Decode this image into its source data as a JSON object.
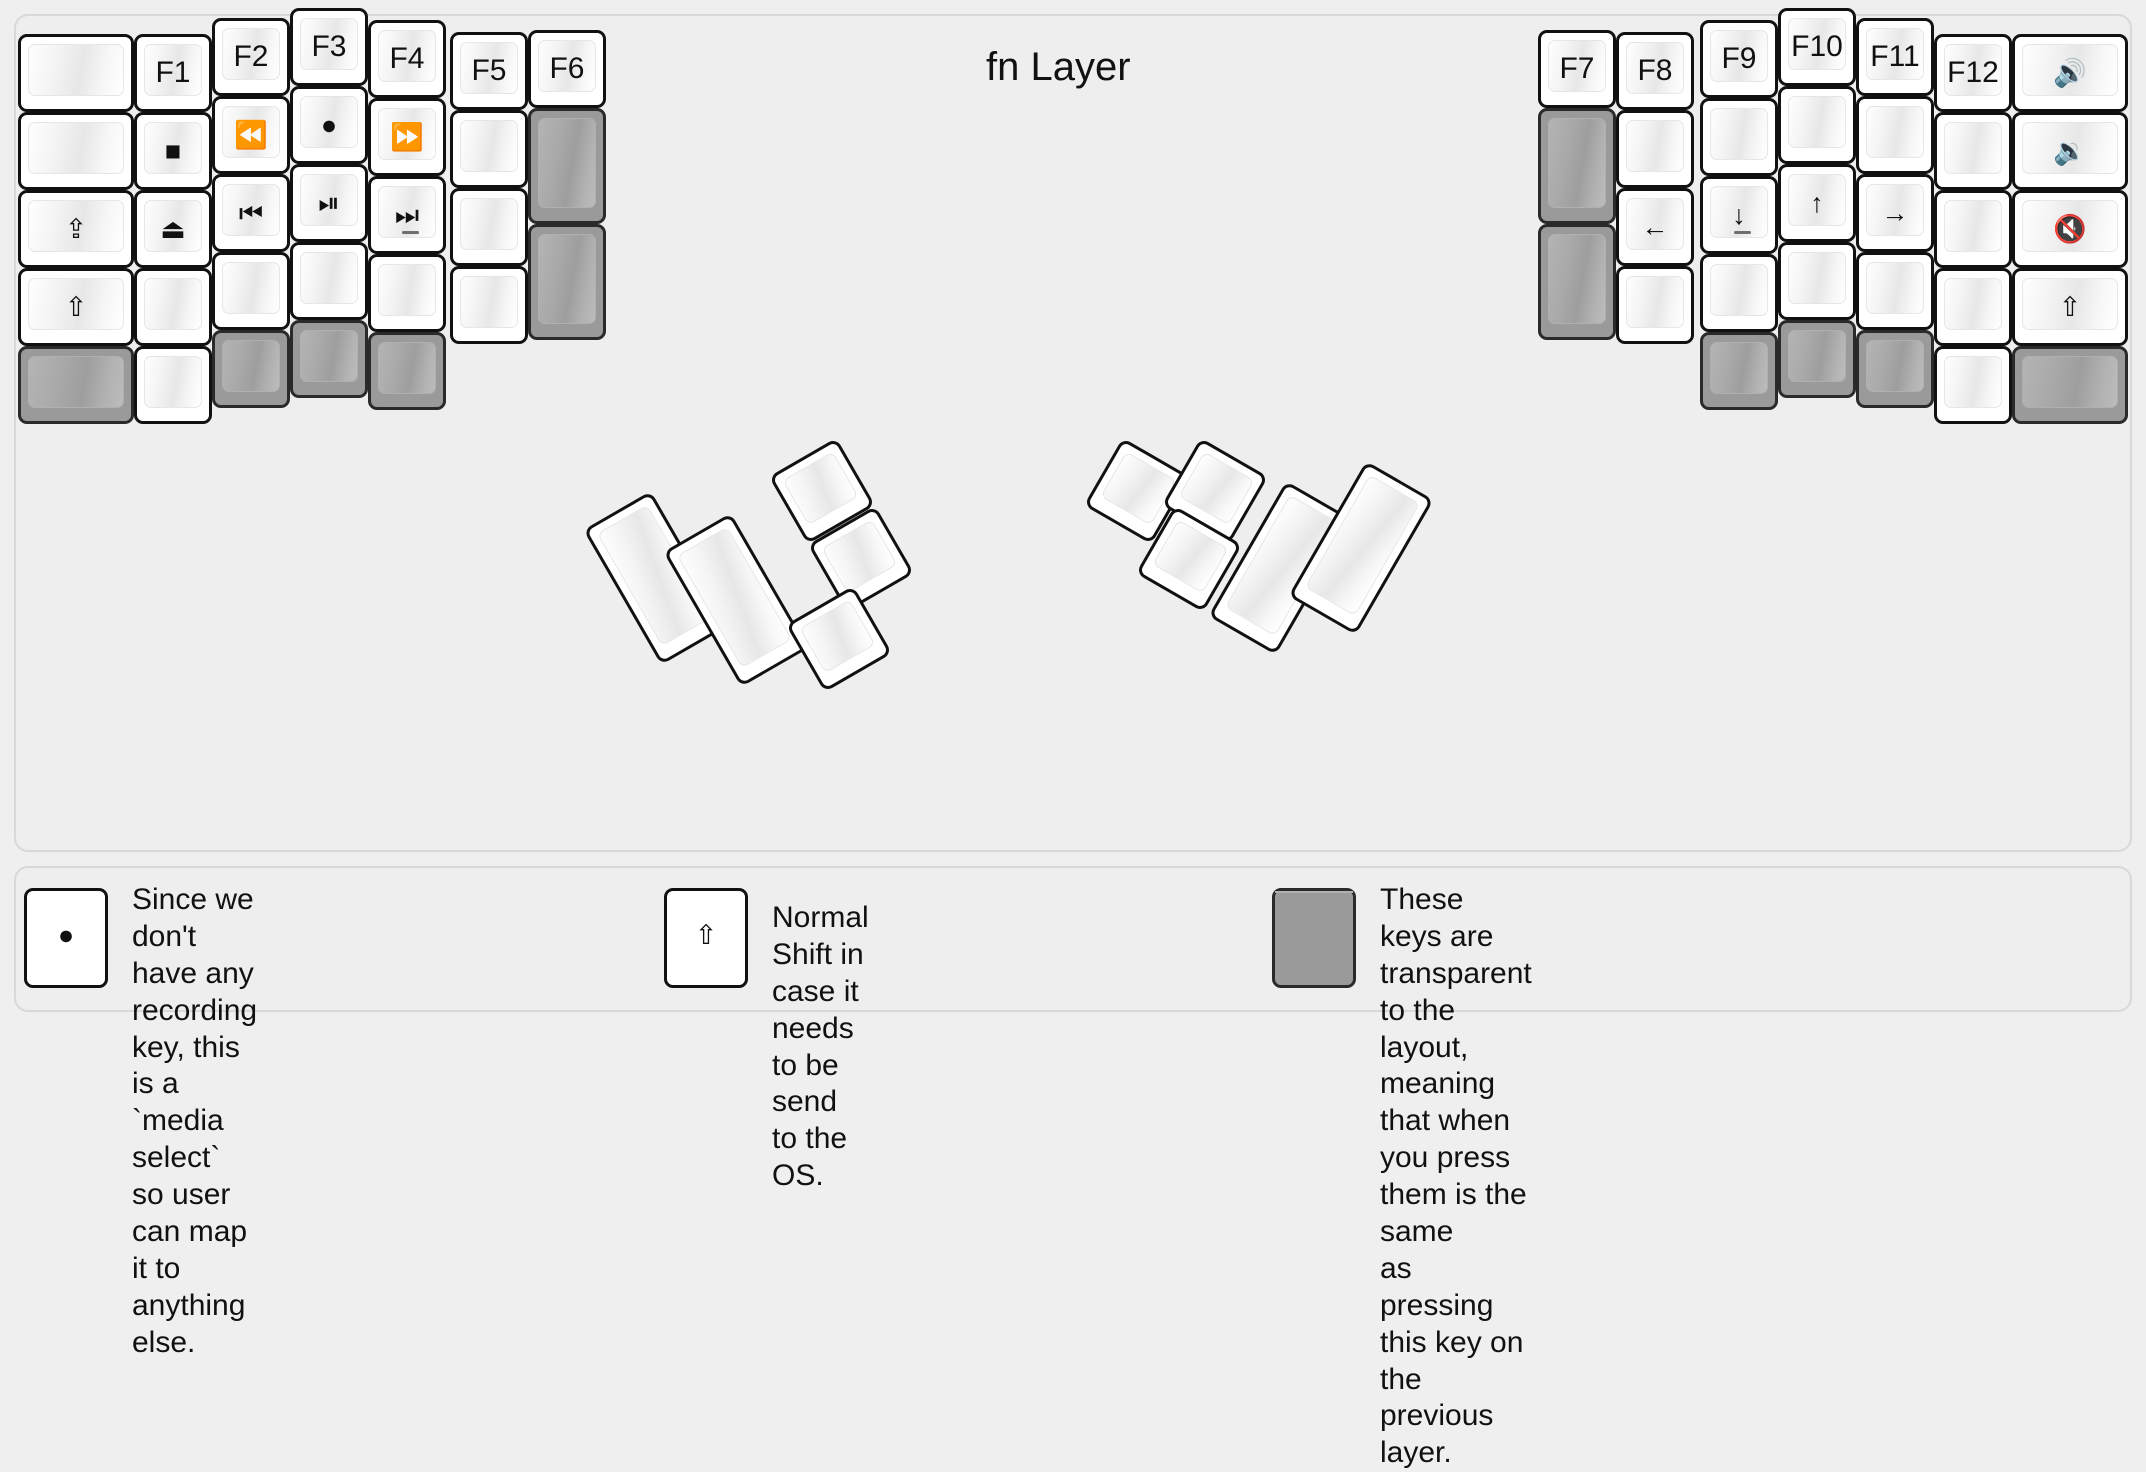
{
  "title": "fn Layer",
  "colors": {
    "background": "#efefef",
    "panel": "#eeeeee",
    "key_face": "#ffffff",
    "key_outline": "#111111",
    "transparent_key": "#9a9a9a"
  },
  "glyphs": {
    "record": "●",
    "stop": "■",
    "eject": "⏏",
    "rewind": "⏪",
    "fast_forward": "⏩",
    "prev_track": "⏮",
    "next_track": "⏭",
    "play_pause": "⏯",
    "caps_lock": "⇪",
    "shift": "⇧",
    "arrow_left": "←",
    "arrow_down": "↓",
    "arrow_up": "↑",
    "arrow_right": "→",
    "volume_up": "🔊",
    "volume_down": "🔉",
    "mute": "🔇"
  },
  "left_half": {
    "columns": [
      {
        "name": "col-outer-left",
        "keys": [
          {
            "id": "l-c1-r1",
            "label": "",
            "type": "normal"
          },
          {
            "id": "l-c1-r2",
            "label": "",
            "type": "normal"
          },
          {
            "id": "l-c1-r3",
            "label": "⇪",
            "type": "normal",
            "icon": "caps-lock-icon"
          },
          {
            "id": "l-c1-r4",
            "label": "⇧",
            "type": "normal",
            "icon": "shift-icon"
          },
          {
            "id": "l-c1-r5",
            "label": "",
            "type": "transparent"
          }
        ]
      },
      {
        "name": "col-f1",
        "keys": [
          {
            "id": "l-c2-r1",
            "label": "F1",
            "type": "normal"
          },
          {
            "id": "l-c2-r2",
            "label": "■",
            "type": "normal",
            "icon": "media-stop-icon"
          },
          {
            "id": "l-c2-r3",
            "label": "⏏",
            "type": "normal",
            "icon": "media-eject-icon"
          },
          {
            "id": "l-c2-r4",
            "label": "",
            "type": "normal"
          },
          {
            "id": "l-c2-r5",
            "label": "",
            "type": "normal"
          }
        ]
      },
      {
        "name": "col-f2",
        "keys": [
          {
            "id": "l-c3-r1",
            "label": "F2",
            "type": "normal"
          },
          {
            "id": "l-c3-r2",
            "label": "⏪",
            "type": "normal",
            "icon": "media-rewind-icon"
          },
          {
            "id": "l-c3-r3",
            "label": "⏮",
            "type": "normal",
            "icon": "media-previous-icon"
          },
          {
            "id": "l-c3-r4",
            "label": "",
            "type": "normal"
          },
          {
            "id": "l-c3-r5",
            "label": "",
            "type": "transparent"
          }
        ]
      },
      {
        "name": "col-f3",
        "keys": [
          {
            "id": "l-c4-r1",
            "label": "F3",
            "type": "normal"
          },
          {
            "id": "l-c4-r2",
            "label": "●",
            "type": "normal",
            "icon": "media-record-icon"
          },
          {
            "id": "l-c4-r3",
            "label": "⏯",
            "type": "normal",
            "icon": "media-play-pause-icon"
          },
          {
            "id": "l-c4-r4",
            "label": "",
            "type": "normal"
          },
          {
            "id": "l-c4-r5",
            "label": "",
            "type": "transparent"
          }
        ]
      },
      {
        "name": "col-f4",
        "keys": [
          {
            "id": "l-c5-r1",
            "label": "F4",
            "type": "normal"
          },
          {
            "id": "l-c5-r2",
            "label": "⏩",
            "type": "normal",
            "icon": "media-fast-forward-icon"
          },
          {
            "id": "l-c5-r3",
            "label": "⏭",
            "type": "normal",
            "icon": "media-next-icon",
            "homing": true
          },
          {
            "id": "l-c5-r4",
            "label": "",
            "type": "normal"
          },
          {
            "id": "l-c5-r5",
            "label": "",
            "type": "transparent"
          }
        ]
      },
      {
        "name": "col-f5",
        "keys": [
          {
            "id": "l-c6-r1",
            "label": "F5",
            "type": "normal"
          },
          {
            "id": "l-c6-r2",
            "label": "",
            "type": "normal"
          },
          {
            "id": "l-c6-r3",
            "label": "",
            "type": "normal"
          },
          {
            "id": "l-c6-r4",
            "label": "",
            "type": "normal"
          }
        ]
      },
      {
        "name": "col-f6",
        "keys": [
          {
            "id": "l-c7-r1",
            "label": "F6",
            "type": "normal"
          },
          {
            "id": "l-c7-r2",
            "label": "",
            "type": "transparent",
            "tall": true
          },
          {
            "id": "l-c7-r3",
            "label": "",
            "type": "transparent",
            "tall": true
          }
        ]
      }
    ],
    "thumb_cluster": [
      {
        "id": "l-t1",
        "label": "",
        "type": "normal",
        "size": "1x2"
      },
      {
        "id": "l-t2",
        "label": "",
        "type": "normal",
        "size": "1x2"
      },
      {
        "id": "l-t3",
        "label": "",
        "type": "normal",
        "size": "1x1"
      },
      {
        "id": "l-t4",
        "label": "",
        "type": "normal",
        "size": "1x1"
      },
      {
        "id": "l-t5",
        "label": "",
        "type": "normal",
        "size": "1x1"
      }
    ]
  },
  "right_half": {
    "columns": [
      {
        "name": "col-f7",
        "keys": [
          {
            "id": "r-c1-r1",
            "label": "F7",
            "type": "normal"
          },
          {
            "id": "r-c1-r2",
            "label": "",
            "type": "transparent",
            "tall": true
          },
          {
            "id": "r-c1-r3",
            "label": "",
            "type": "transparent",
            "tall": true
          }
        ]
      },
      {
        "name": "col-f8",
        "keys": [
          {
            "id": "r-c2-r1",
            "label": "F8",
            "type": "normal"
          },
          {
            "id": "r-c2-r2",
            "label": "",
            "type": "normal"
          },
          {
            "id": "r-c2-r3",
            "label": "←",
            "type": "normal",
            "icon": "arrow-left-icon"
          },
          {
            "id": "r-c2-r4",
            "label": "",
            "type": "normal"
          }
        ]
      },
      {
        "name": "col-f9",
        "keys": [
          {
            "id": "r-c3-r1",
            "label": "F9",
            "type": "normal"
          },
          {
            "id": "r-c3-r2",
            "label": "",
            "type": "normal"
          },
          {
            "id": "r-c3-r3",
            "label": "↓",
            "type": "normal",
            "icon": "arrow-down-icon",
            "homing": true
          },
          {
            "id": "r-c3-r4",
            "label": "",
            "type": "normal"
          },
          {
            "id": "r-c3-r5",
            "label": "",
            "type": "transparent"
          }
        ]
      },
      {
        "name": "col-f10",
        "keys": [
          {
            "id": "r-c4-r1",
            "label": "F10",
            "type": "normal"
          },
          {
            "id": "r-c4-r2",
            "label": "",
            "type": "normal"
          },
          {
            "id": "r-c4-r3",
            "label": "↑",
            "type": "normal",
            "icon": "arrow-up-icon"
          },
          {
            "id": "r-c4-r4",
            "label": "",
            "type": "normal"
          },
          {
            "id": "r-c4-r5",
            "label": "",
            "type": "transparent"
          }
        ]
      },
      {
        "name": "col-f11",
        "keys": [
          {
            "id": "r-c5-r1",
            "label": "F11",
            "type": "normal"
          },
          {
            "id": "r-c5-r2",
            "label": "",
            "type": "normal"
          },
          {
            "id": "r-c5-r3",
            "label": "→",
            "type": "normal",
            "icon": "arrow-right-icon"
          },
          {
            "id": "r-c5-r4",
            "label": "",
            "type": "normal"
          },
          {
            "id": "r-c5-r5",
            "label": "",
            "type": "transparent"
          }
        ]
      },
      {
        "name": "col-f12",
        "keys": [
          {
            "id": "r-c6-r1",
            "label": "F12",
            "type": "normal"
          },
          {
            "id": "r-c6-r2",
            "label": "",
            "type": "normal"
          },
          {
            "id": "r-c6-r3",
            "label": "",
            "type": "normal"
          },
          {
            "id": "r-c6-r4",
            "label": "",
            "type": "normal"
          },
          {
            "id": "r-c6-r5",
            "label": "",
            "type": "normal"
          }
        ]
      },
      {
        "name": "col-outer-right",
        "keys": [
          {
            "id": "r-c7-r1",
            "label": "🔊",
            "type": "normal",
            "icon": "volume-up-icon"
          },
          {
            "id": "r-c7-r2",
            "label": "🔉",
            "type": "normal",
            "icon": "volume-down-icon"
          },
          {
            "id": "r-c7-r3",
            "label": "🔇",
            "type": "normal",
            "icon": "volume-mute-icon"
          },
          {
            "id": "r-c7-r4",
            "label": "⇧",
            "type": "normal",
            "icon": "shift-icon"
          },
          {
            "id": "r-c7-r5",
            "label": "",
            "type": "transparent"
          }
        ]
      }
    ],
    "thumb_cluster": [
      {
        "id": "r-t1",
        "label": "",
        "type": "normal",
        "size": "1x1"
      },
      {
        "id": "r-t2",
        "label": "",
        "type": "normal",
        "size": "1x1"
      },
      {
        "id": "r-t3",
        "label": "",
        "type": "normal",
        "size": "1x1"
      },
      {
        "id": "r-t4",
        "label": "",
        "type": "normal",
        "size": "1x2"
      },
      {
        "id": "r-t5",
        "label": "",
        "type": "normal",
        "size": "1x2"
      }
    ]
  },
  "legend": [
    {
      "id": "legend-record",
      "key_label": "●",
      "key_icon": "media-record-icon",
      "key_type": "normal",
      "text": "Since we don't have any recording\nkey, this is a `media select` so user\ncan map it to anything else."
    },
    {
      "id": "legend-shift",
      "key_label": "⇧",
      "key_icon": "shift-icon",
      "key_type": "normal",
      "text": "Normal Shift in case it needs\nto be send to the OS."
    },
    {
      "id": "legend-transparent",
      "key_label": "",
      "key_icon": "transparent-key-icon",
      "key_type": "transparent",
      "text": "These keys are transparent to the layout,\nmeaning that when you press them is the same\nas pressing this key on the previous layer."
    }
  ]
}
